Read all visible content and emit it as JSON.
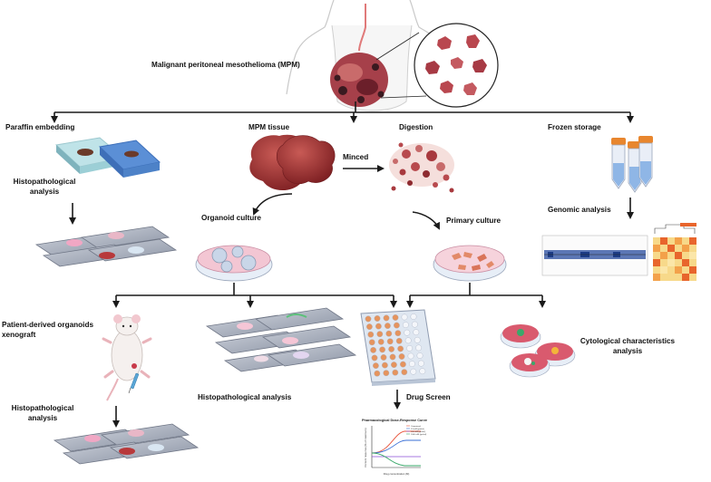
{
  "title": "Malignant peritoneal mesothelioma (MPM)",
  "branches": {
    "paraffin": "Paraffin embedding",
    "tissue": "MPM tissue",
    "minced": "Minced",
    "digestion": "Digestion",
    "frozen": "Frozen storage"
  },
  "steps": {
    "histo_top": "Histopathological analysis",
    "organoid": "Organoid culture",
    "primary": "Primary culture",
    "genomic": "Genomic analysis",
    "pdox": "Patient-derived organoids xenograft",
    "histo_mid": "Histopathological analysis",
    "drug_screen": "Drug Screen",
    "cytology": "Cytological characteristics analysis",
    "histo_bottom": "Histopathological analysis"
  },
  "curve_chart": {
    "title": "Pharmacological Dose-Response Curve",
    "xlabel": "Drug concentration (M)",
    "ylabel": "Percent response (% of maximum)",
    "legend": [
      "Compound",
      "10 mM (gm/ml)",
      "100 mM (gm/ml)",
      "1000 mM (gm/ml)"
    ]
  },
  "colors": {
    "tissue": "#b23a3a",
    "tissue_dark": "#7d1f22",
    "dish": "#f3c6d3",
    "plate_well": "#e5945e",
    "arrow": "#1a1a1a"
  }
}
